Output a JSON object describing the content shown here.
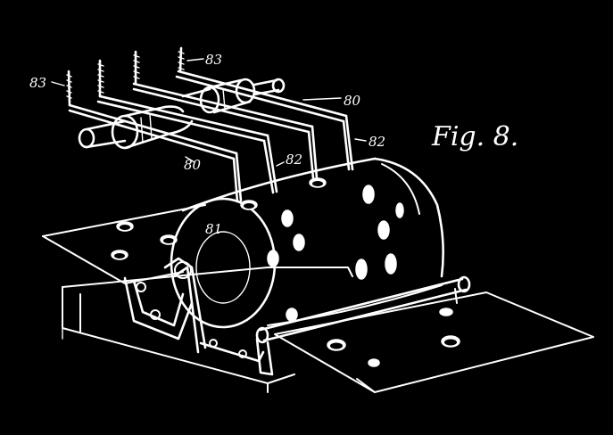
{
  "figure": {
    "caption": "Fig. 8.",
    "labels": {
      "l83_left": "83",
      "l83_top": "83",
      "l80_top": "80",
      "l80_bottom": "80",
      "l82_right": "82",
      "l82_center": "82",
      "l81": "81"
    },
    "colors": {
      "background": "#000000",
      "ink": "#ffffff"
    }
  }
}
